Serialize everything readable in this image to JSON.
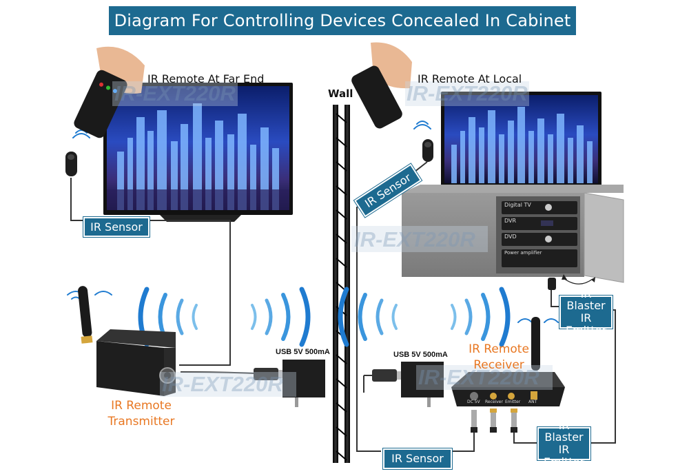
{
  "title": "Diagram For Controlling Devices Concealed In Cabinet",
  "captions": {
    "remote_far": "IR Remote At Far End",
    "remote_local": "IR Remote At Local",
    "wall": "Wall"
  },
  "labels": {
    "ir_sensor_left": "IR Sensor",
    "ir_sensor_right": "IR Sensor",
    "ir_sensor_bottom": "IR Sensor",
    "ir_blaster_top": [
      "IR Blaster",
      "IR Emitter"
    ],
    "ir_blaster_bottom": [
      "IR Blaster",
      "IR Emitter"
    ],
    "transmitter": [
      "IR Remote",
      "Transmitter"
    ],
    "receiver": [
      "IR Remote",
      "Receiver"
    ],
    "usb_left": "USB 5V 500mA",
    "usb_right": "USB 5V 500mA"
  },
  "watermark": "IR-EXT220R",
  "cabinet_devices": [
    "Digital TV",
    "DVR",
    "DVD",
    "Power amplifier"
  ],
  "receiver_ports": [
    "DC 5V",
    "Receiver",
    "Emitter",
    "ANT"
  ],
  "colors": {
    "brand_blue": "#1d6a90",
    "accent_orange": "#e87722",
    "cabinet_gray": "#8c8c8c",
    "device_black": "#1e1e1e"
  }
}
